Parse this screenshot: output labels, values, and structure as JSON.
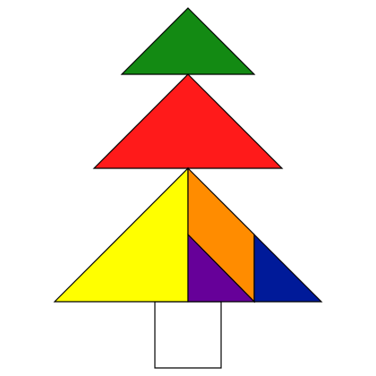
{
  "diagram": {
    "background": "#ffffff",
    "outline_color": "#000000",
    "pieces": [
      {
        "id": "tree-top-triangle",
        "shape": "triangle",
        "color": "#138a13"
      },
      {
        "id": "tree-middle-triangle",
        "shape": "triangle",
        "color": "#ff1a1a"
      },
      {
        "id": "tree-bottom-left-triangle",
        "shape": "triangle",
        "color": "#ffff00"
      },
      {
        "id": "tree-bottom-parallelogram",
        "shape": "parallelogram",
        "color": "#ff8c00"
      },
      {
        "id": "tree-bottom-small-triangle",
        "shape": "triangle",
        "color": "#660099"
      },
      {
        "id": "tree-bottom-right-triangle",
        "shape": "triangle",
        "color": "#001a99"
      },
      {
        "id": "tree-trunk-square",
        "shape": "square",
        "color": "#ffffff"
      }
    ]
  }
}
